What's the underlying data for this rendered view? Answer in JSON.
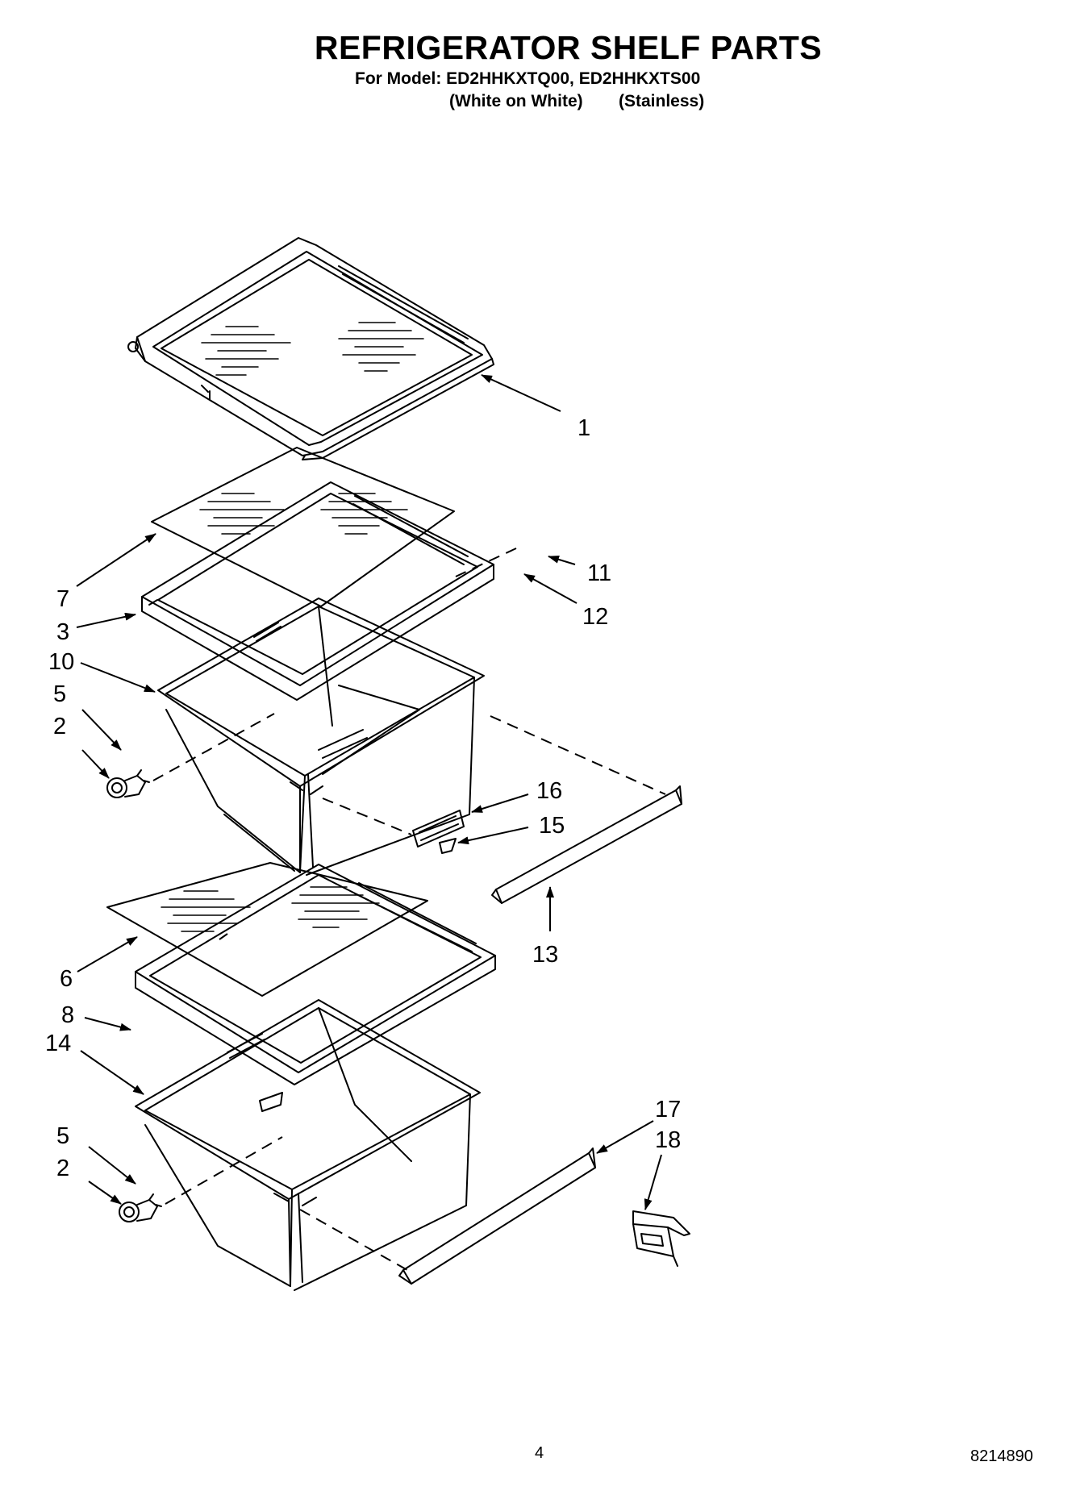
{
  "header": {
    "title": "REFRIGERATOR SHELF PARTS",
    "models_line": "For Model: ED2HHKXTQ00, ED2HHKXTS00",
    "variant_1": "(White on White)",
    "variant_2": "(Stainless)"
  },
  "callouts": {
    "c1": "1",
    "c7": "7",
    "c3": "3",
    "c10": "10",
    "c5a": "5",
    "c2a": "2",
    "c11": "11",
    "c12": "12",
    "c16": "16",
    "c15": "15",
    "c13": "13",
    "c6": "6",
    "c8": "8",
    "c14": "14",
    "c5b": "5",
    "c2b": "2",
    "c17": "17",
    "c18": "18"
  },
  "footer": {
    "page_number": "4",
    "document_number": "8214890"
  }
}
